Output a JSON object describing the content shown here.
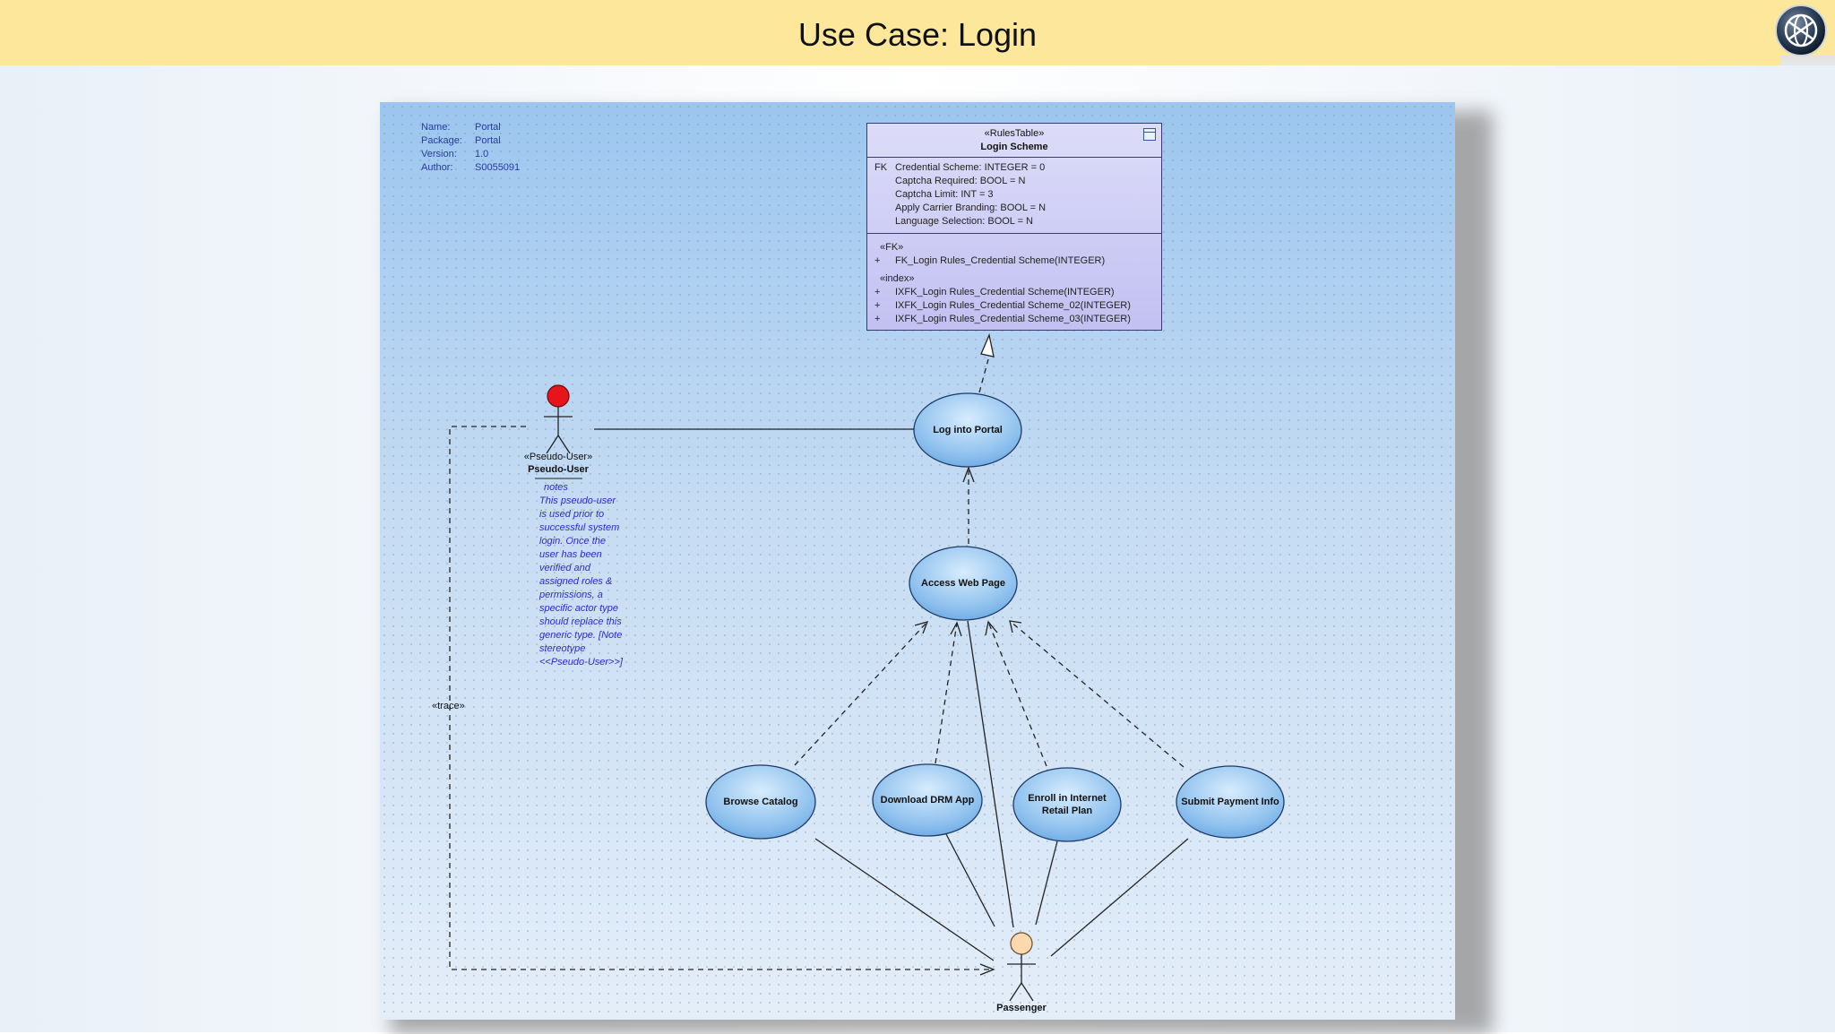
{
  "slide": {
    "title": "Use Case: Login"
  },
  "meta": [
    {
      "key": "Name:",
      "value": "Portal"
    },
    {
      "key": "Package:",
      "value": "Portal"
    },
    {
      "key": "Version:",
      "value": "1.0"
    },
    {
      "key": "Author:",
      "value": "S0055091"
    }
  ],
  "rules_table": {
    "stereotype": "«RulesTable»",
    "name": "Login Scheme",
    "columns": [
      {
        "prefix": "FK",
        "text": "Credential Scheme: INTEGER = 0"
      },
      {
        "prefix": "",
        "text": "Captcha Required: BOOL = N"
      },
      {
        "prefix": "",
        "text": "Captcha Limit: INT = 3"
      },
      {
        "prefix": "",
        "text": "Apply Carrier Branding: BOOL = N"
      },
      {
        "prefix": "",
        "text": "Language Selection: BOOL = N"
      }
    ],
    "fk_stereotype": "«FK»",
    "fk_ops": [
      {
        "prefix": "+",
        "text": "FK_Login Rules_Credential Scheme(INTEGER)"
      }
    ],
    "index_stereotype": "«index»",
    "index_ops": [
      {
        "prefix": "+",
        "text": "IXFK_Login Rules_Credential Scheme(INTEGER)"
      },
      {
        "prefix": "+",
        "text": "IXFK_Login Rules_Credential Scheme_02(INTEGER)"
      },
      {
        "prefix": "+",
        "text": "IXFK_Login Rules_Credential Scheme_03(INTEGER)"
      }
    ]
  },
  "pseudo_user": {
    "stereotype": "«Pseudo-User»",
    "name": "Pseudo-User",
    "notes_label": "notes",
    "notes": [
      "This pseudo-user",
      "is used prior to",
      "successful system",
      "login. Once the",
      "user has been",
      "verified and",
      "assigned roles &",
      "permissions, a",
      "specific actor type",
      "should replace this",
      "generic type. [Note",
      "stereotype",
      "<<Pseudo-User>>]"
    ]
  },
  "passenger": {
    "name": "Passenger"
  },
  "trace_label": "«trace»",
  "use_cases": {
    "log_into_portal": [
      "Log into Portal"
    ],
    "access_web_page": [
      "Access Web Page"
    ],
    "browse_catalog": [
      "Browse Catalog"
    ],
    "download_drm_app": [
      "Download DRM App"
    ],
    "enroll_internet_retail_plan": [
      "Enroll in Internet",
      "Retail Plan"
    ],
    "submit_payment_info": [
      "Submit Payment Info"
    ]
  }
}
